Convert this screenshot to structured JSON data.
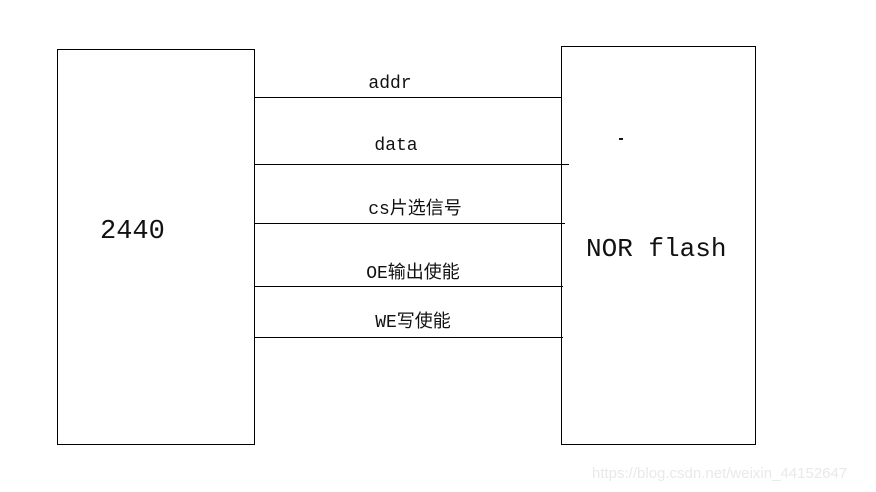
{
  "diagram": {
    "left_box": {
      "label": "2440"
    },
    "right_box": {
      "label": "NOR flash"
    },
    "signals": [
      {
        "label": "addr"
      },
      {
        "label": "data"
      },
      {
        "label": "cs片选信号"
      },
      {
        "label": "OE输出使能"
      },
      {
        "label": "WE写使能"
      }
    ]
  },
  "watermark": {
    "text": "https://blog.csdn.net/weixin_44152647"
  },
  "colors": {
    "background": "#ffffff",
    "line": "#000000",
    "text": "#111111",
    "watermark": "#e9e9ec"
  }
}
